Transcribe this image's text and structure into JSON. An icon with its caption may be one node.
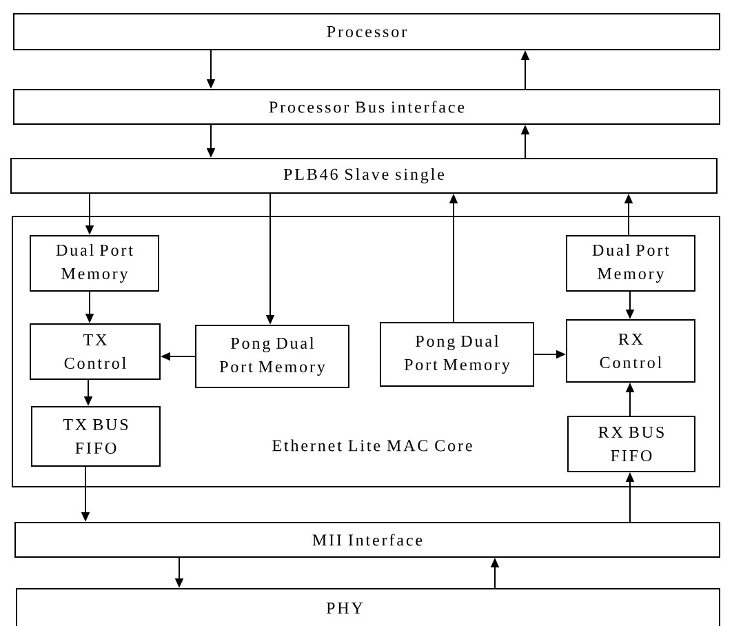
{
  "diagram": {
    "nodes": [
      {
        "text": [
          "Processor"
        ]
      },
      {
        "text": [
          "Processor Bus interface"
        ]
      },
      {
        "text": [
          "PLB46 Slave single"
        ]
      },
      {
        "text": [
          "Ethernet Lite MAC Core"
        ]
      },
      {
        "text": [
          "Dual Port Memory"
        ],
        "in": 3
      },
      {
        "text": [
          "Dual Port Memory"
        ],
        "in": 3
      },
      {
        "text": [
          "TX Control"
        ],
        "in": 3
      },
      {
        "text": [
          "Pong Dual Port Memory"
        ],
        "in": 3
      },
      {
        "text": [
          "Pong Dual Port Memory"
        ],
        "in": 3
      },
      {
        "text": [
          "RX Control"
        ],
        "in": 3
      },
      {
        "text": [
          "TX BUS FIFO"
        ],
        "in": 3
      },
      {
        "text": [
          "RX BUS FIFO"
        ],
        "in": 3
      },
      {
        "text": [
          "MII Interface"
        ]
      },
      {
        "text": [
          "PHY"
        ]
      }
    ],
    "edges": [
      {
        "from": 0,
        "to": 1,
        "arrow": "to"
      },
      {
        "from": 1,
        "to": 0,
        "arrow": "to"
      },
      {
        "from": 1,
        "to": 2,
        "arrow": "to"
      },
      {
        "from": 2,
        "to": 1,
        "arrow": "to"
      },
      {
        "from": 2,
        "to": 4,
        "arrow": "to"
      },
      {
        "from": 2,
        "to": 7,
        "arrow": "to"
      },
      {
        "from": 8,
        "to": 2,
        "arrow": "to"
      },
      {
        "from": 5,
        "to": 2,
        "arrow": "to"
      },
      {
        "from": 4,
        "to": 6,
        "arrow": "to"
      },
      {
        "from": 5,
        "to": 9,
        "arrow": "to"
      },
      {
        "from": 7,
        "to": 6,
        "arrow": "to"
      },
      {
        "from": 8,
        "to": 9,
        "arrow": "to"
      },
      {
        "from": 6,
        "to": 10,
        "arrow": "to"
      },
      {
        "from": 11,
        "to": 9,
        "arrow": "to"
      },
      {
        "from": 10,
        "to": 12,
        "arrow": "to"
      },
      {
        "from": 12,
        "to": 11,
        "arrow": "to"
      },
      {
        "from": 12,
        "to": 13,
        "arrow": "to"
      },
      {
        "from": 13,
        "to": 12,
        "arrow": "to"
      }
    ]
  }
}
